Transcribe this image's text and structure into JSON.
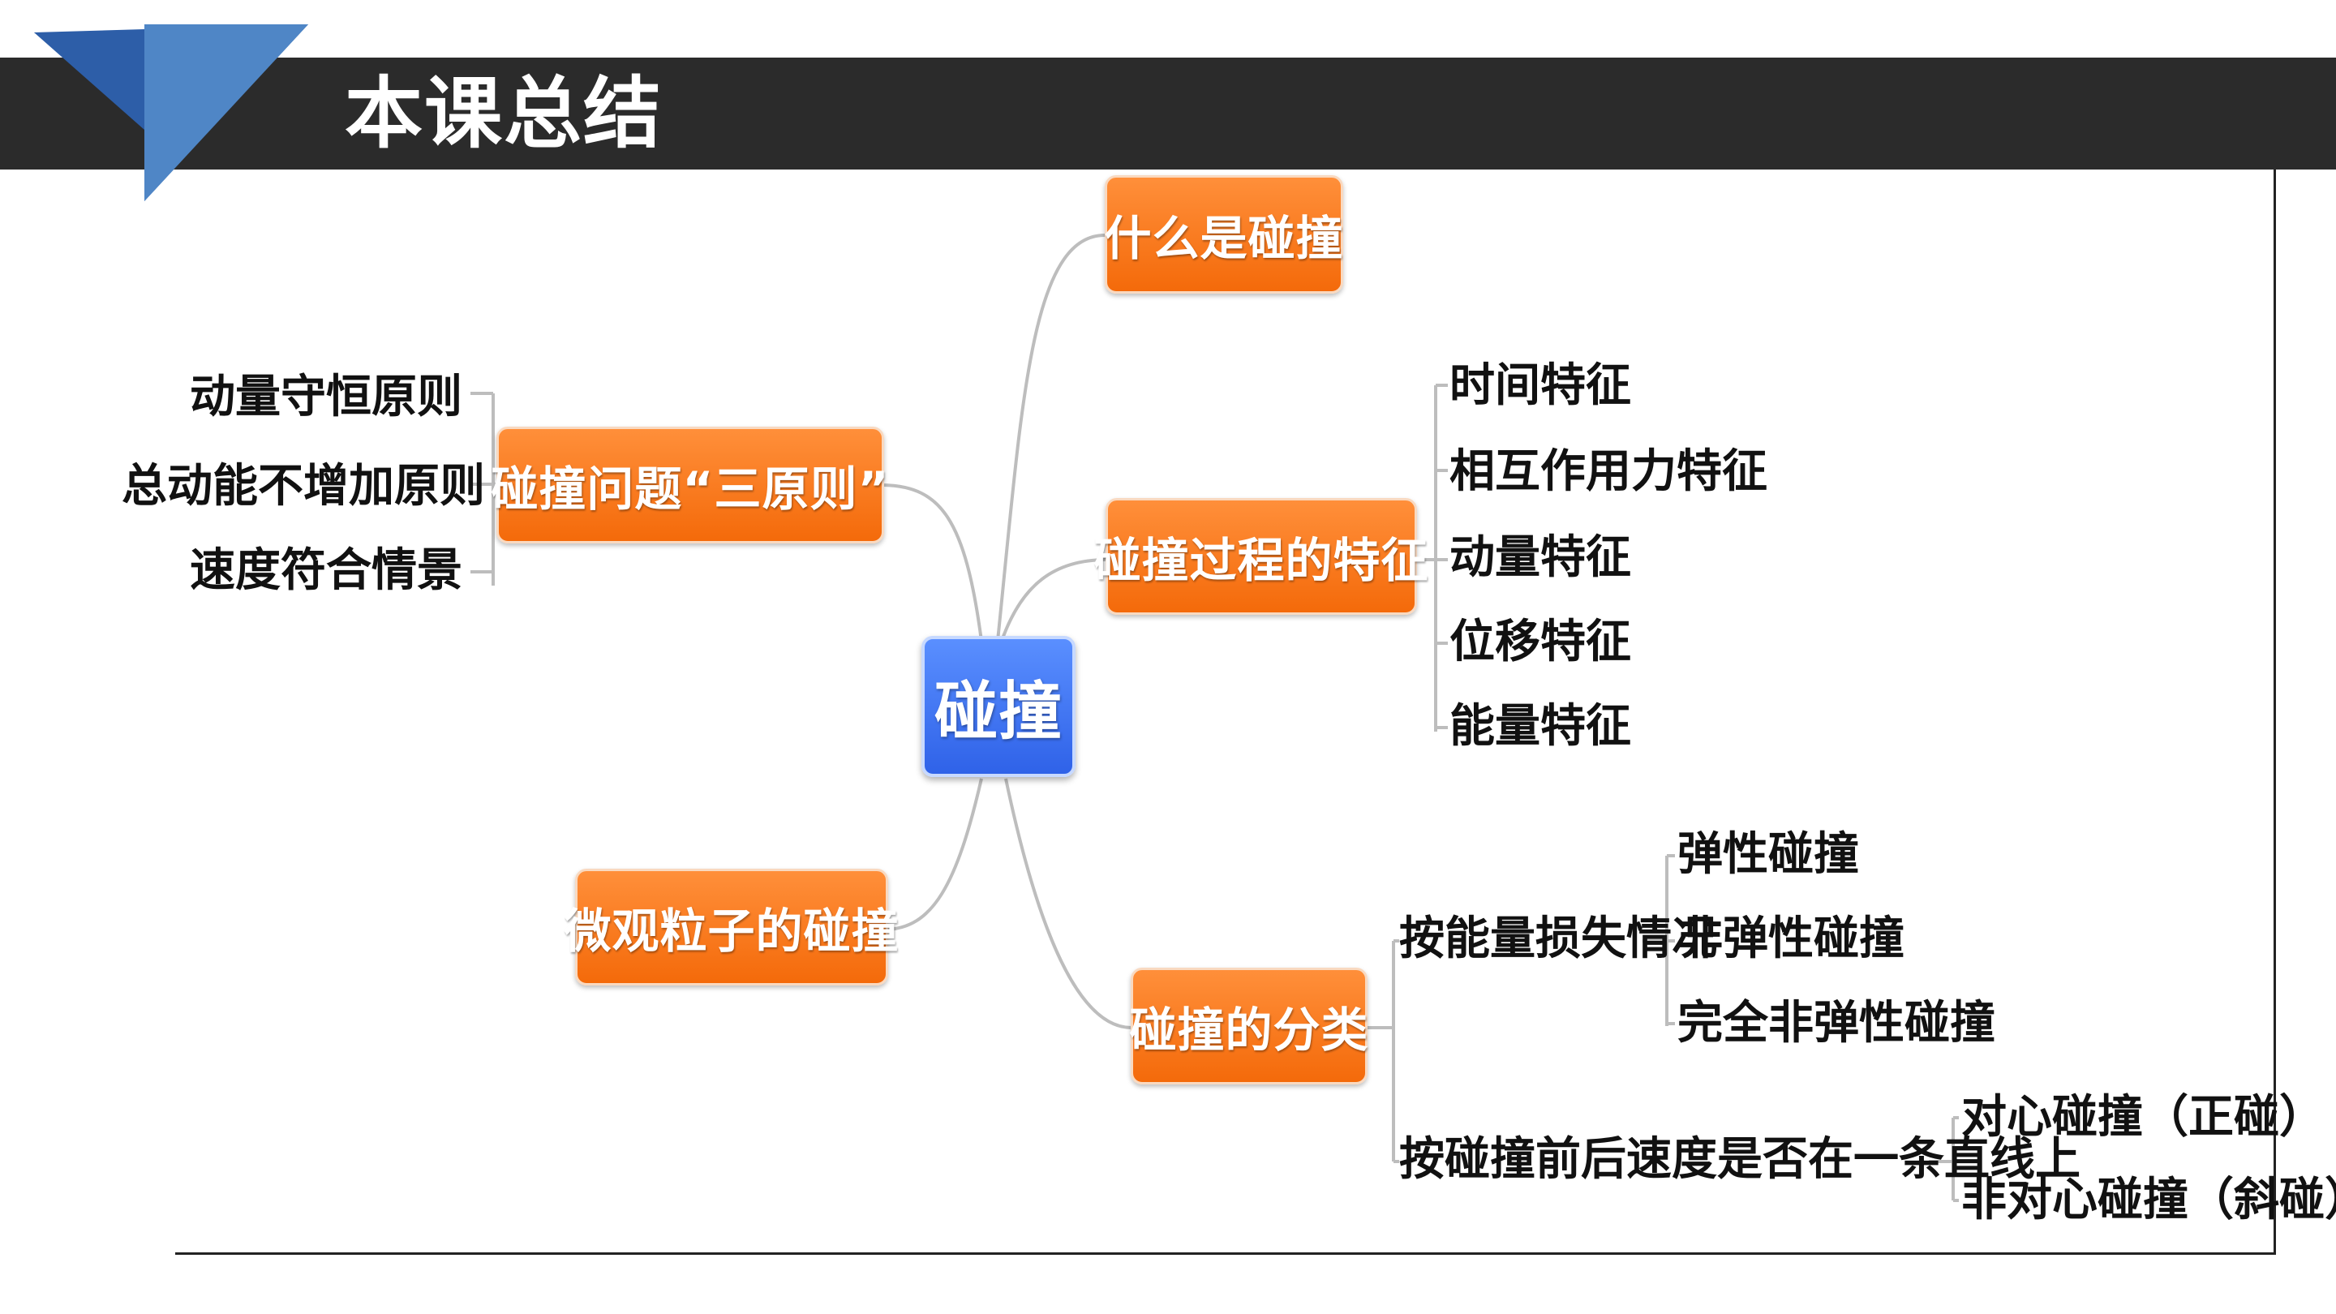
{
  "page": {
    "title": "本课总结"
  },
  "mindmap": {
    "center": "碰撞",
    "branches": {
      "what": {
        "label": "什么是碰撞"
      },
      "principles": {
        "label": "碰撞问题“三原则”",
        "items": [
          "动量守恒原则",
          "总动能不增加原则",
          "速度符合情景"
        ]
      },
      "features": {
        "label": "碰撞过程的特征",
        "items": [
          "时间特征",
          "相互作用力特征",
          "动量特征",
          "位移特征",
          "能量特征"
        ]
      },
      "micro": {
        "label": "微观粒子的碰撞"
      },
      "types": {
        "label": "碰撞的分类",
        "energy": {
          "label": "按能量损失情况",
          "items": [
            "弹性碰撞",
            "非弹性碰撞",
            "完全非弹性碰撞"
          ]
        },
        "direction": {
          "label": "按碰撞前后速度是否在一条直线上",
          "items": [
            "对心碰撞（正碰）",
            "非对心碰撞（斜碰）"
          ]
        }
      }
    }
  },
  "colors": {
    "branch": "#f46a0a",
    "center": "#2f62e8",
    "header": "#2b2b2b",
    "accent": "#3a6cb8"
  }
}
